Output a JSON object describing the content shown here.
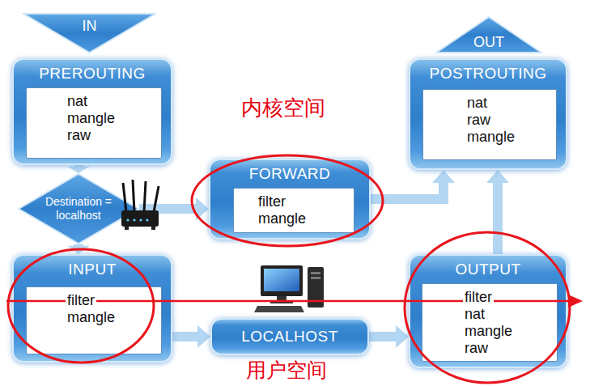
{
  "diagram": {
    "nodes": [
      {
        "text": [
          "IN"
        ]
      },
      {
        "text": [
          "PREROUTING"
        ]
      },
      {
        "text": [
          "nat",
          "mangle",
          "raw"
        ],
        "in": 1
      },
      {
        "text": [
          "OUT"
        ]
      },
      {
        "text": [
          "POSTROUTING"
        ]
      },
      {
        "text": [
          "nat",
          "raw",
          "mangle"
        ],
        "in": 4
      },
      {
        "text": [
          "Destination = localhost"
        ]
      },
      {
        "text": [
          "FORWARD"
        ]
      },
      {
        "text": [
          "filter",
          "mangle"
        ],
        "in": 7
      },
      {
        "text": [
          "INPUT"
        ]
      },
      {
        "text": [
          "filter",
          "mangle"
        ],
        "in": 9
      },
      {
        "text": [
          "LOCALHOST"
        ]
      },
      {
        "text": [
          "OUTPUT"
        ]
      },
      {
        "text": [
          "filter",
          "nat",
          "mangle",
          "raw"
        ],
        "in": 12
      }
    ],
    "edges": [
      {
        "from": 1,
        "to": 6,
        "arrow": "to"
      },
      {
        "from": 6,
        "to": 9,
        "arrow": "to"
      },
      {
        "from": 6,
        "to": 7,
        "arrow": "to"
      },
      {
        "from": 7,
        "to": 4,
        "arrow": "to"
      },
      {
        "from": 9,
        "to": 11,
        "arrow": "to"
      },
      {
        "from": 11,
        "to": 12,
        "arrow": "to"
      },
      {
        "from": 12,
        "to": 4,
        "arrow": "to"
      }
    ],
    "labels": [
      "内核空间",
      "用户空间"
    ]
  }
}
